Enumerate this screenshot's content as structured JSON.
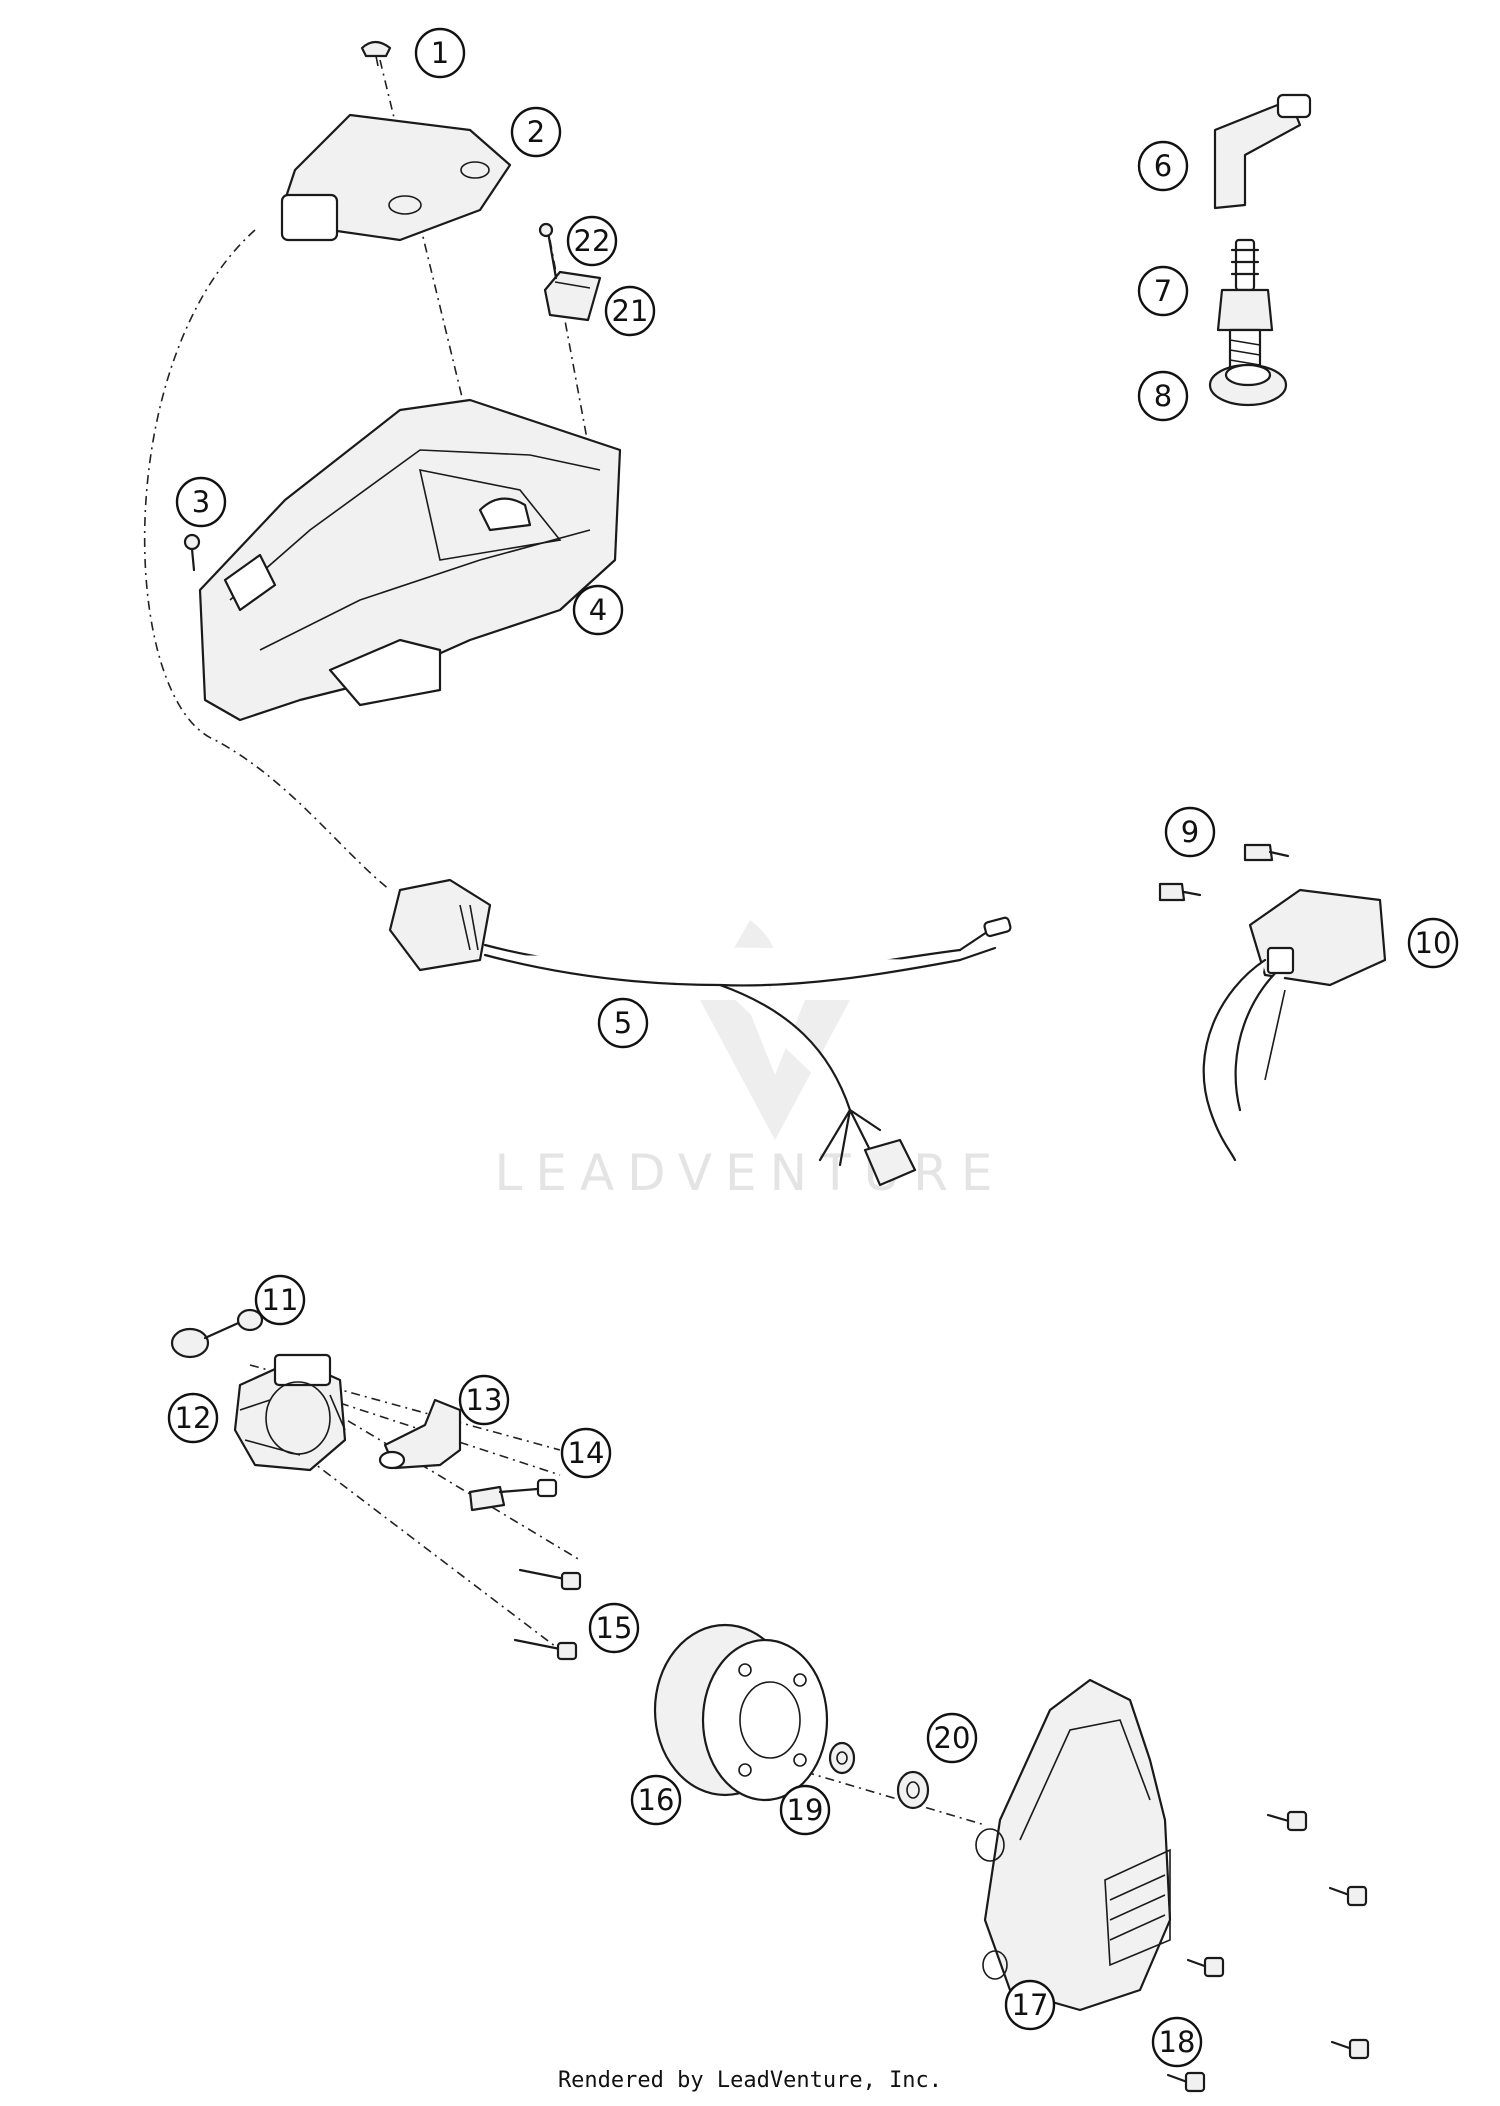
{
  "callouts": [
    "1",
    "2",
    "3",
    "4",
    "5",
    "6",
    "7",
    "8",
    "9",
    "10",
    "11",
    "12",
    "13",
    "14",
    "15",
    "16",
    "17",
    "18",
    "19",
    "20",
    "21",
    "22"
  ],
  "watermark": {
    "text": "LEADVENTURE"
  },
  "footer": {
    "text": "Rendered by LeadVenture, Inc."
  }
}
